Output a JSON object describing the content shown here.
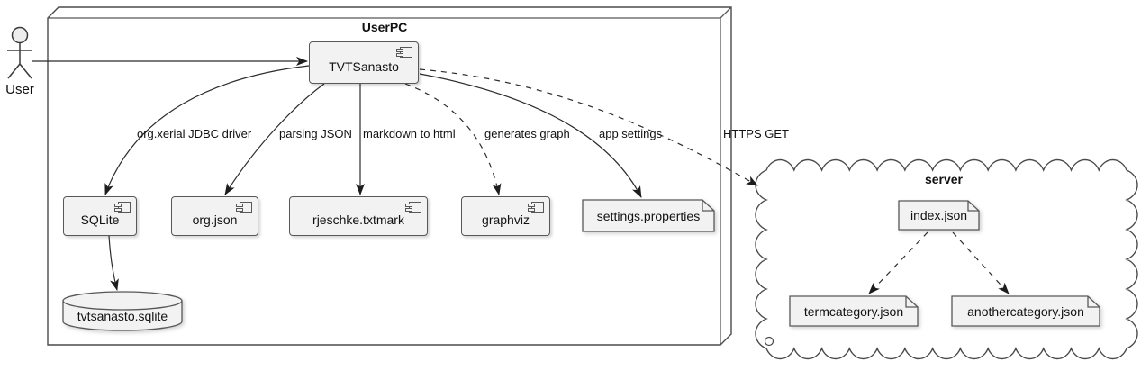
{
  "diagram": {
    "kind": "UML deployment/component diagram",
    "actor": {
      "label": "User"
    },
    "containers": {
      "userpc": {
        "label": "UserPC",
        "type": "node"
      },
      "server": {
        "label": "server",
        "type": "cloud"
      }
    },
    "nodes": [
      {
        "id": "tvtsanasto",
        "label": "TVTSanasto",
        "type": "component",
        "parent": "UserPC"
      },
      {
        "id": "sqlite",
        "label": "SQLite",
        "type": "component",
        "parent": "UserPC"
      },
      {
        "id": "orgjson",
        "label": "org.json",
        "type": "component",
        "parent": "UserPC"
      },
      {
        "id": "txtmark",
        "label": "rjeschke.txtmark",
        "type": "component",
        "parent": "UserPC"
      },
      {
        "id": "graphviz",
        "label": "graphviz",
        "type": "component",
        "parent": "UserPC"
      },
      {
        "id": "settings",
        "label": "settings.properties",
        "type": "artifact",
        "parent": "UserPC"
      },
      {
        "id": "database",
        "label": "tvtsanasto.sqlite",
        "type": "database",
        "parent": "UserPC"
      },
      {
        "id": "indexjson",
        "label": "index.json",
        "type": "artifact",
        "parent": "server"
      },
      {
        "id": "termcategory",
        "label": "termcategory.json",
        "type": "artifact",
        "parent": "server"
      },
      {
        "id": "anothercategory",
        "label": "anothercategory.json",
        "type": "artifact",
        "parent": "server"
      }
    ],
    "edges": [
      {
        "from": "User",
        "to": "TVTSanasto",
        "style": "solid",
        "label": ""
      },
      {
        "from": "TVTSanasto",
        "to": "SQLite",
        "style": "solid",
        "label": "org.xerial JDBC driver"
      },
      {
        "from": "TVTSanasto",
        "to": "org.json",
        "style": "solid",
        "label": "parsing JSON"
      },
      {
        "from": "TVTSanasto",
        "to": "rjeschke.txtmark",
        "style": "solid",
        "label": "markdown to html"
      },
      {
        "from": "TVTSanasto",
        "to": "graphviz",
        "style": "dashed",
        "label": "generates graph"
      },
      {
        "from": "TVTSanasto",
        "to": "settings.properties",
        "style": "solid",
        "label": "app settings"
      },
      {
        "from": "TVTSanasto",
        "to": "server",
        "style": "dashed",
        "label": "HTTPS GET"
      },
      {
        "from": "SQLite",
        "to": "tvtsanasto.sqlite",
        "style": "solid",
        "label": ""
      },
      {
        "from": "index.json",
        "to": "termcategory.json",
        "style": "dashed",
        "label": ""
      },
      {
        "from": "index.json",
        "to": "anothercategory.json",
        "style": "dashed",
        "label": ""
      }
    ],
    "colors": {
      "background": "#ffffff",
      "node_fill": "#f2f2f2",
      "node_border": "#585858",
      "line": "#2b2b2b",
      "text": "#111111"
    }
  }
}
